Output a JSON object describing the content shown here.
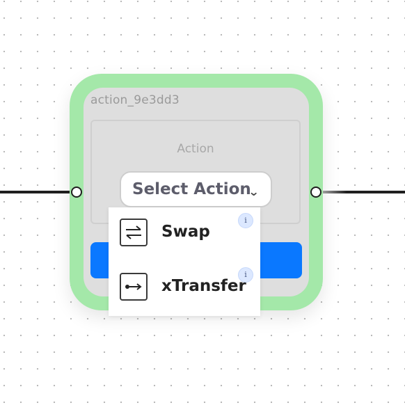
{
  "node": {
    "title": "action_9e3dd3",
    "section_label": "Action",
    "select_button_label": "Select Action",
    "chevron": "⌄"
  },
  "menu": {
    "items": [
      {
        "label": "Swap",
        "icon": "swap-arrows-icon",
        "info": "i"
      },
      {
        "label": "xTransfer",
        "icon": "transfer-arrow-icon",
        "info": "i"
      }
    ]
  },
  "colors": {
    "node_glow": "#a4e8a9",
    "node_body": "#dedede",
    "primary_button": "#0a78ff",
    "edge": "#1f1f1f",
    "info_badge": "#dce8ff"
  }
}
